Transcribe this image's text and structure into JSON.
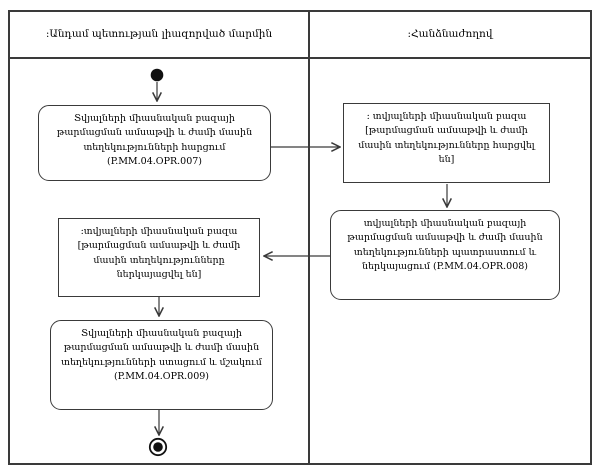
{
  "diagram": {
    "lanes": {
      "left": {
        "header": ":Անդամ պետության լիազորված մարմին"
      },
      "right": {
        "header": ":Հանձնաժողով"
      }
    },
    "activities": {
      "query_action": {
        "label": "Տվյալների միասնական բազայի թարմացման ամսաթվի և ժամի մասին տեղեկությունների հարցում (P.MM.04.OPR.007)",
        "type": "action",
        "lane": "left"
      },
      "db_queried_state": {
        "label": ": տվյալների միասնական բազա [թարմացման ամսաթվի և ժամի մասին տեղեկությունները հարցվել են]",
        "type": "object",
        "lane": "right"
      },
      "prepare_action": {
        "label": "տվյալների միասնական բազայի թարմացման ամսաթվի և ժամի մասին տեղեկությունների պատրաստում և ներկայացում (P.MM.04.OPR.008)",
        "type": "action",
        "lane": "right"
      },
      "db_presented_state": {
        "label": ":տվյալների միասնական բազա [թարմացման ամսաթվի և ժամի մասին տեղեկությունները ներկայացվել են]",
        "type": "object",
        "lane": "left"
      },
      "receive_action": {
        "label": "Տվյալների միասնական բազայի թարմացման ամսաթվի և ժամի մասին տեղեկությունների ստացում և մշակում (P.MM.04.OPR.009)",
        "type": "action",
        "lane": "left"
      }
    },
    "flow": [
      "start",
      "query_action",
      "db_queried_state",
      "prepare_action",
      "db_presented_state",
      "receive_action",
      "end"
    ],
    "colors": {
      "line": "#3a3a3a",
      "background": "#ffffff",
      "text": "#000000"
    }
  }
}
